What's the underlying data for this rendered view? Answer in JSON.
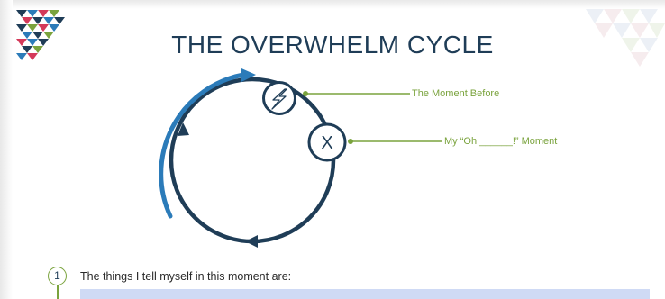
{
  "document": {
    "title": "THE OVERWHELM CYCLE"
  },
  "diagram": {
    "moment_before_label": "The Moment Before",
    "oh_moment_label": "My “Oh ______!” Moment",
    "x_marker": "X",
    "lightning_icon": "lightning-bolt-icon"
  },
  "worksheet": {
    "step_number": "1",
    "prompt": "The things I tell myself in this moment are:"
  },
  "colors": {
    "navy": "#1f3d57",
    "blue_arrow": "#2b7bb9",
    "green": "#7aa33d",
    "answer_box": "#cfdaf5"
  }
}
